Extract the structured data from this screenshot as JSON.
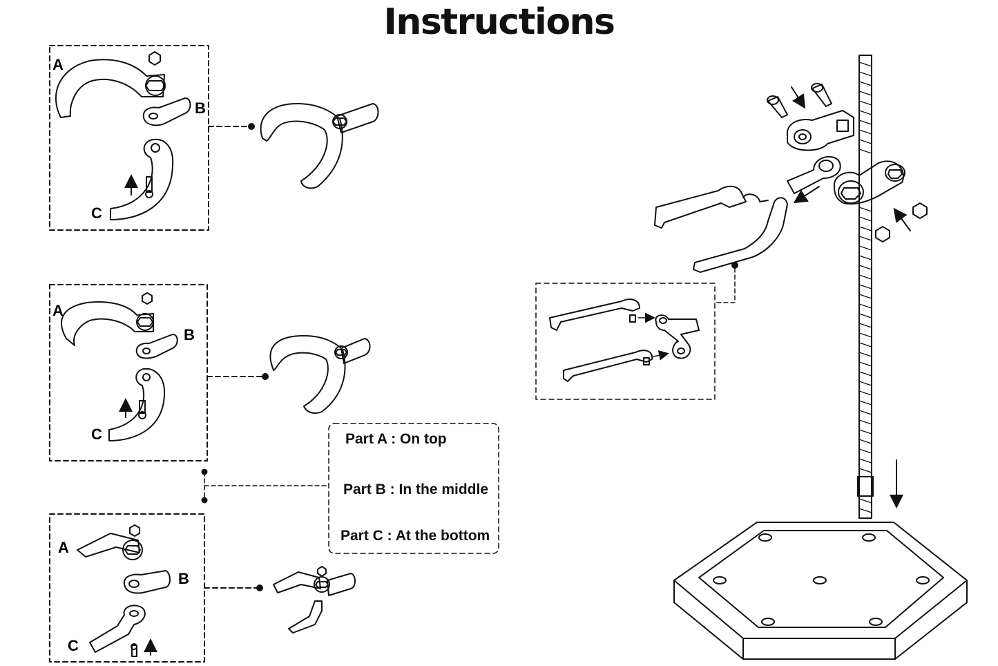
{
  "title": "Instructions",
  "part_labels": {
    "a": "A",
    "b": "B",
    "c": "C"
  },
  "legend": {
    "part_a": "Part A : On top",
    "part_b": "Part B : In the middle",
    "part_c": "Part C : At the bottom"
  },
  "colors": {
    "ink": "#111111",
    "background": "#ffffff"
  }
}
